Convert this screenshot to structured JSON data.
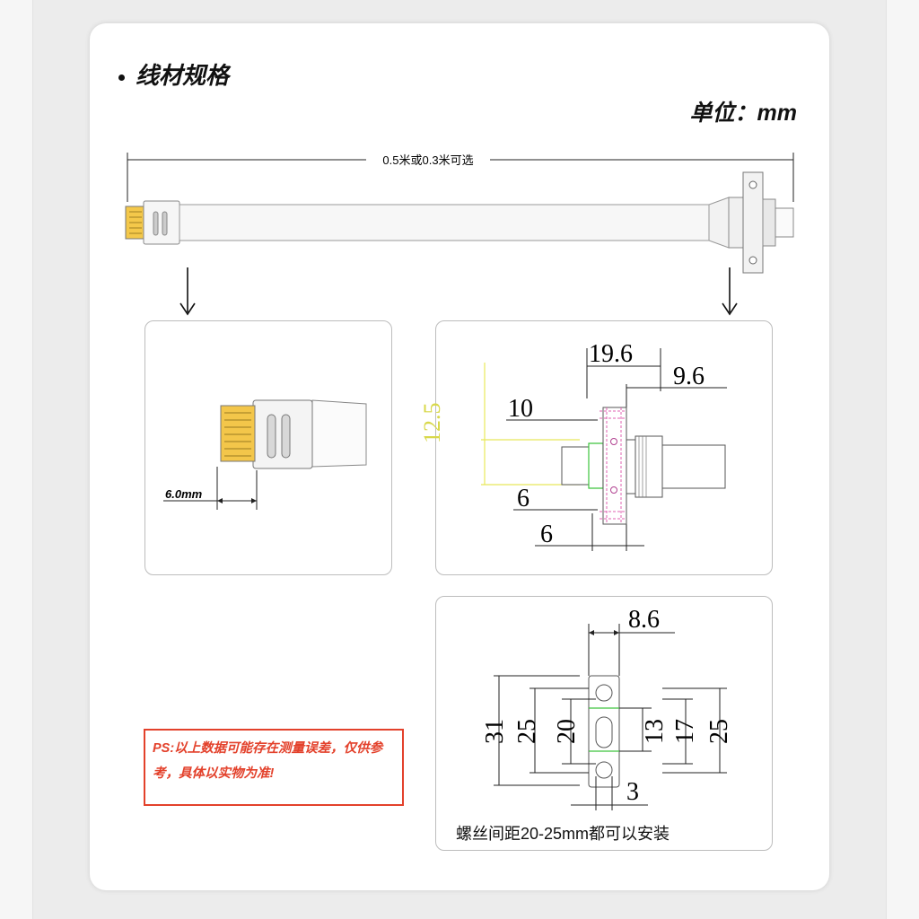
{
  "section": {
    "title": "线材规格",
    "unit": "单位：mm"
  },
  "cable": {
    "length_label": "0.5米或0.3米可选"
  },
  "left_detail": {
    "width_label": "6.0mm"
  },
  "right_detail": {
    "dim_top": "19.6",
    "dim_right": "9.6",
    "dim_vertical": "12.5",
    "dim_10": "10",
    "dim_6a": "6",
    "dim_6b": "6"
  },
  "mount_detail": {
    "dim_width": "8.6",
    "dim_31": "31",
    "dim_25a": "25",
    "dim_20": "20",
    "dim_13": "13",
    "dim_17": "17",
    "dim_25b": "25",
    "dim_3": "3",
    "caption": "螺丝间距20-25mm都可以安装"
  },
  "note": {
    "text": "PS:以上数据可能存在测量误差，仅供参考，具体以实物为准!"
  },
  "colors": {
    "accent_red": "#e3412b",
    "guide_yellow": "#e8e85a",
    "guide_pink": "#e060b0",
    "guide_green": "#3ec43e"
  }
}
